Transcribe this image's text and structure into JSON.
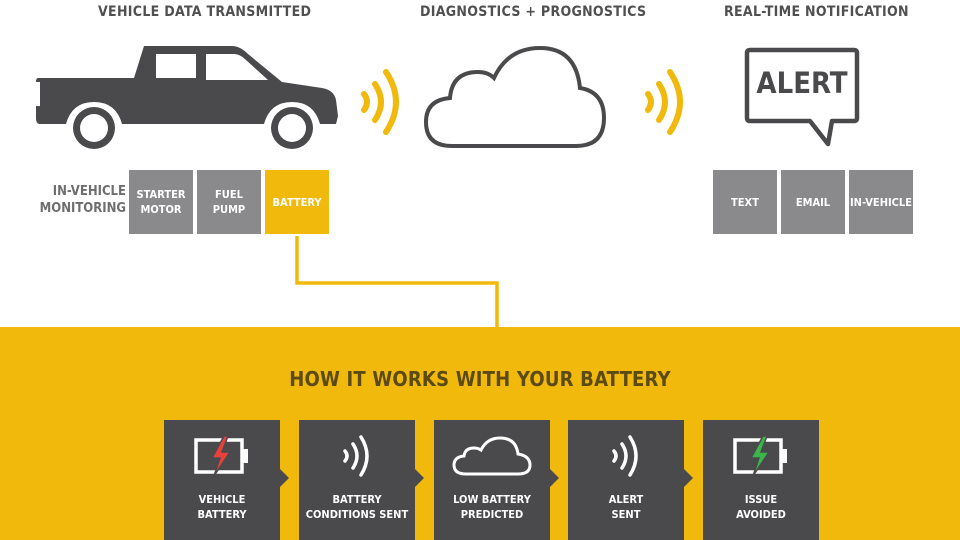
{
  "top": {
    "vehicle_heading": "VEHICLE DATA TRANSMITTED",
    "cloud_heading": "DIAGNOSTICS + PROGNOSTICS",
    "notification_heading": "REAL-TIME NOTIFICATION",
    "alert_text": "ALERT"
  },
  "monitoring": {
    "label": "IN-VEHICLE\nMONITORING",
    "boxes": [
      "STARTER\nMOTOR",
      "FUEL\nPUMP",
      "BATTERY"
    ]
  },
  "notifications": {
    "boxes": [
      "TEXT",
      "EMAIL",
      "IN-VEHICLE"
    ]
  },
  "band": {
    "title": "HOW IT WORKS WITH YOUR BATTERY",
    "steps": [
      {
        "label": "VEHICLE\nBATTERY",
        "icon": "battery-low-icon"
      },
      {
        "label": "BATTERY\nCONDITIONS SENT",
        "icon": "signal-waves-icon"
      },
      {
        "label": "LOW BATTERY\nPREDICTED",
        "icon": "cloud-icon"
      },
      {
        "label": "ALERT\nSENT",
        "icon": "signal-waves-icon"
      },
      {
        "label": "ISSUE\nAVOIDED",
        "icon": "battery-ok-icon"
      }
    ]
  },
  "colors": {
    "accent_yellow": "#f0b90b",
    "dark_gray": "#4a4a4c",
    "mid_gray": "#8a8a8c",
    "battery_bad": "#e8403a",
    "battery_good": "#3cb54a"
  }
}
